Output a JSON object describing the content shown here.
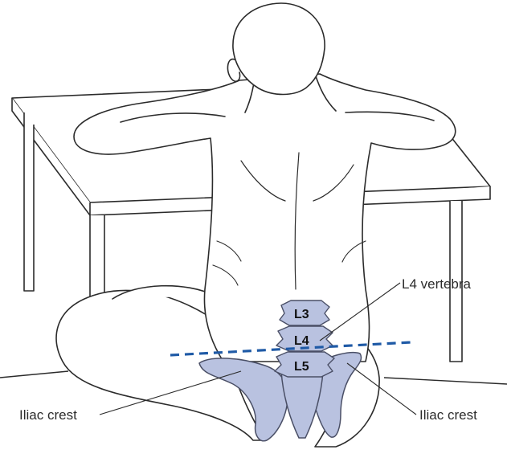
{
  "labels": {
    "l4_vertebra": "L4 vertebra",
    "iliac_crest_left": "Iliac crest",
    "iliac_crest_right": "Iliac crest"
  },
  "vertebrae": [
    "L3",
    "L4",
    "L5"
  ],
  "colors": {
    "bone_fill": "#b9c2e0",
    "bone_stroke": "#4a4f66",
    "dashed_line": "#1f5aa6",
    "outline": "#2b2b2b"
  }
}
